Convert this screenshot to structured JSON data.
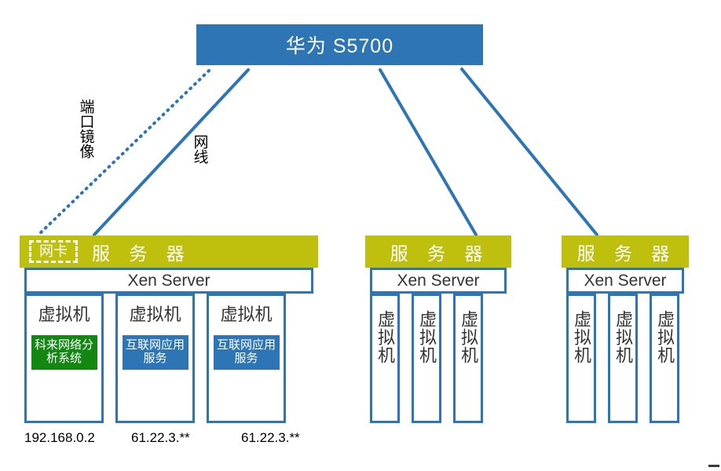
{
  "diagram": {
    "switch": {
      "label": "华为 S5700"
    },
    "links": [
      {
        "name": "port-mirror-link",
        "style": "dotted",
        "label": "端口镜像"
      },
      {
        "name": "network-cable-link",
        "style": "solid",
        "label": "网线"
      },
      {
        "name": "switch-to-server-2-link",
        "style": "solid",
        "label": ""
      },
      {
        "name": "switch-to-server-3-link",
        "style": "solid",
        "label": ""
      }
    ],
    "servers": [
      {
        "id": "server-1",
        "title": "服 务 器",
        "nic_label": "网卡",
        "hypervisor": "Xen Server",
        "vms": [
          {
            "label": "虚拟机",
            "app": "科来网络分析系统",
            "app_color": "#128712",
            "ip": "192.168.0.2"
          },
          {
            "label": "虚拟机",
            "app": "互联网应用服务",
            "app_color": "#2E75B6",
            "ip": "61.22.3.**"
          },
          {
            "label": "虚拟机",
            "app": "互联网应用服务",
            "app_color": "#2E75B6",
            "ip": "61.22.3.**"
          }
        ]
      },
      {
        "id": "server-2",
        "title": "服 务 器",
        "nic_label": "",
        "hypervisor": "Xen Server",
        "vms": [
          {
            "label": "虚拟机",
            "app": "",
            "app_color": "",
            "ip": ""
          },
          {
            "label": "虚拟机",
            "app": "",
            "app_color": "",
            "ip": ""
          },
          {
            "label": "虚拟机",
            "app": "",
            "app_color": "",
            "ip": ""
          }
        ]
      },
      {
        "id": "server-3",
        "title": "服 务 器",
        "nic_label": "",
        "hypervisor": "Xen Server",
        "vms": [
          {
            "label": "虚拟机",
            "app": "",
            "app_color": "",
            "ip": ""
          },
          {
            "label": "虚拟机",
            "app": "",
            "app_color": "",
            "ip": ""
          },
          {
            "label": "虚拟机",
            "app": "",
            "app_color": "",
            "ip": ""
          }
        ]
      }
    ],
    "ip_labels": [
      "192.168.0.2",
      "61.22.3.**",
      "61.22.3.**"
    ],
    "colors": {
      "switch_blue": "#2E75B6",
      "server_header_olive": "#BFBF0D",
      "app_green": "#128712",
      "app_blue": "#2E75B6",
      "link_blue": "#2E75B6"
    }
  }
}
